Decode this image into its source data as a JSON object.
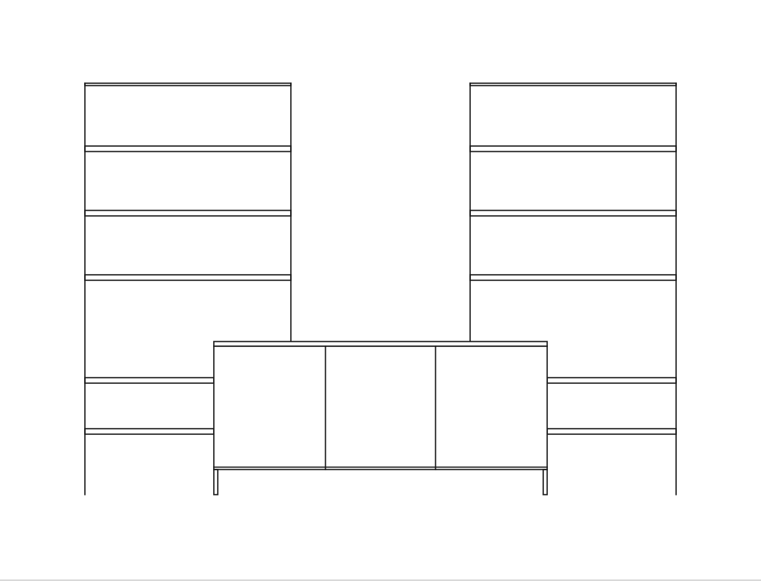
{
  "drawing": {
    "stroke_color": "#1a1a1a",
    "background_color": "#ffffff",
    "edge_color": "#d9d9d9",
    "items": [
      "left-shelving-unit",
      "right-shelving-unit",
      "sideboard-cabinet"
    ]
  }
}
